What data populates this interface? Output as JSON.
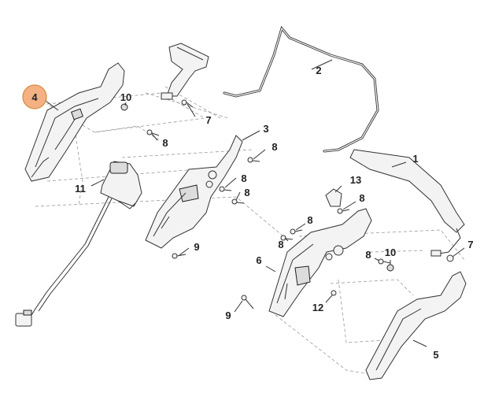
{
  "highlight_color": "#f4b183",
  "highlight_stroke": "#d9893f",
  "callouts": {
    "c4": "4",
    "c10a": "10",
    "c7a": "7",
    "c2": "2",
    "c3": "3",
    "c8a": "8",
    "c8b": "8",
    "c8c": "8",
    "c8d": "8",
    "c11": "11",
    "c9a": "9",
    "c1": "1",
    "c13": "13",
    "c8e": "8",
    "c8f": "8",
    "c8g": "8",
    "c8h": "8",
    "c7b": "7",
    "c6": "6",
    "c10b": "10",
    "c12": "12",
    "c9b": "9",
    "c5": "5"
  }
}
